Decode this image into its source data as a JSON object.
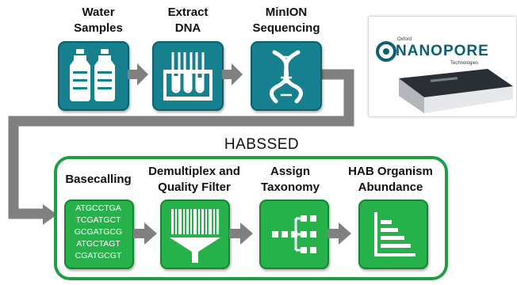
{
  "steps_top": [
    {
      "label_line1": "Water",
      "label_line2": "Samples"
    },
    {
      "label_line1": "Extract",
      "label_line2": "DNA"
    },
    {
      "label_line1": "MinION",
      "label_line2": "Sequencing"
    }
  ],
  "pipeline_title": "HABSSED",
  "steps_bottom": [
    {
      "label_line1": "Basecalling",
      "label_line2": ""
    },
    {
      "label_line1": "Demultiplex and",
      "label_line2": "Quality Filter"
    },
    {
      "label_line1": "Assign",
      "label_line2": "Taxonomy"
    },
    {
      "label_line1": "HAB Organism",
      "label_line2": "Abundance"
    }
  ],
  "sequences": [
    "ATGCCTGA",
    "TCGATGCT",
    "GCGATGCG",
    "ATGCTAGT",
    "CGATGCGT"
  ],
  "logo": {
    "top_text": "Oxford",
    "brand": "NANOPORE",
    "sub_text": "Technologies"
  },
  "icons": {
    "water_samples": "bottles-icon",
    "extract_dna": "test-tubes-icon",
    "sequencing": "dna-helix-icon",
    "basecalling": "sequence-text-icon",
    "demultiplex": "barcode-funnel-icon",
    "taxonomy": "tree-icon",
    "abundance": "abundance-chart-icon"
  },
  "colors": {
    "teal": "#16808f",
    "green": "#26b14b",
    "arrow": "#808080",
    "box_border": "#1f9e43"
  }
}
